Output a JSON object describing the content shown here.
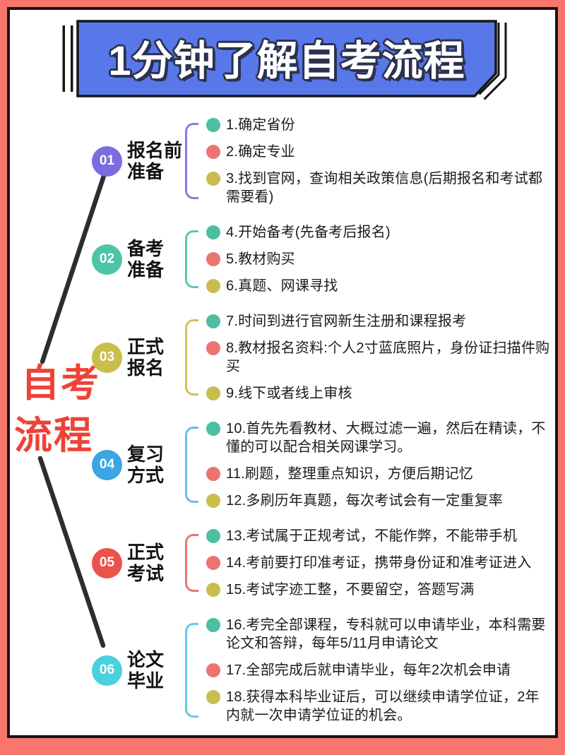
{
  "banner": {
    "title": "1分钟了解自考流程"
  },
  "side_title": {
    "lines": [
      "自考",
      "流程"
    ]
  },
  "palette": {
    "frame_coral": "#F8766C",
    "inner_border": "#161616",
    "banner_blue": "#5878EA",
    "title_outline": "#2B3150",
    "side_title_red": "#EE4237",
    "connector_line": "#2D2D2D",
    "dot_green": "#4CBFA0",
    "dot_red": "#EB7472",
    "dot_yellow": "#C9BE4D"
  },
  "sections": [
    {
      "num": "01",
      "label_lines": [
        "报名前",
        "准备"
      ],
      "badge_color": "#7B6CE0",
      "bracket_color": "#887CE0",
      "items": [
        {
          "dot": "green",
          "text": "1.确定省份"
        },
        {
          "dot": "red",
          "text": "2.确定专业"
        },
        {
          "dot": "yellow",
          "text": "3.找到官网，查询相关政策信息(后期报名和考试都需要看)"
        }
      ]
    },
    {
      "num": "02",
      "label_lines": [
        "备考",
        "准备"
      ],
      "badge_color": "#4EC4A6",
      "bracket_color": "#5EC9AD",
      "items": [
        {
          "dot": "green",
          "text": "4.开始备考(先备考后报名)"
        },
        {
          "dot": "red",
          "text": "5.教材购买"
        },
        {
          "dot": "yellow",
          "text": "6.真题、网课寻找"
        }
      ]
    },
    {
      "num": "03",
      "label_lines": [
        "正式",
        "报名"
      ],
      "badge_color": "#C9BE4A",
      "bracket_color": "#CDC35A",
      "items": [
        {
          "dot": "green",
          "text": "7.时间到进行官网新生注册和课程报考"
        },
        {
          "dot": "red",
          "text": "8.教材报名资料:个人2寸蓝底照片，身份证扫描件购买"
        },
        {
          "dot": "yellow",
          "text": "9.线下或者线上审核"
        }
      ]
    },
    {
      "num": "04",
      "label_lines": [
        "复习",
        "方式"
      ],
      "badge_color": "#3BA6E3",
      "bracket_color": "#6BBCE8",
      "items": [
        {
          "dot": "green",
          "text": "10.首先先看教材、大概过滤一遍，然后在精读，不懂的可以配合相关网课学习。"
        },
        {
          "dot": "red",
          "text": "11.刷题，整理重点知识，方便后期记忆"
        },
        {
          "dot": "yellow",
          "text": "12.多刷历年真题，每次考试会有一定重复率"
        }
      ]
    },
    {
      "num": "05",
      "label_lines": [
        "正式",
        "考试"
      ],
      "badge_color": "#E9534C",
      "bracket_color": "#EC7470",
      "items": [
        {
          "dot": "green",
          "text": "13.考试属于正规考试，不能作弊，不能带手机"
        },
        {
          "dot": "red",
          "text": "14.考前要打印准考证，携带身份证和准考证进入"
        },
        {
          "dot": "yellow",
          "text": "15.考试字迹工整，不要留空，答题写满"
        }
      ]
    },
    {
      "num": "06",
      "label_lines": [
        "论文",
        "毕业"
      ],
      "badge_color": "#4BD0DE",
      "bracket_color": "#64CBE4",
      "items": [
        {
          "dot": "green",
          "text": "16.考完全部课程，专科就可以申请毕业，本科需要论文和答辩，每年5/11月申请论文"
        },
        {
          "dot": "red",
          "text": "17.全部完成后就申请毕业，每年2次机会申请"
        },
        {
          "dot": "yellow",
          "text": "18.获得本科毕业证后，可以继续申请学位证，2年内就一次申请学位证的机会。"
        }
      ]
    }
  ]
}
